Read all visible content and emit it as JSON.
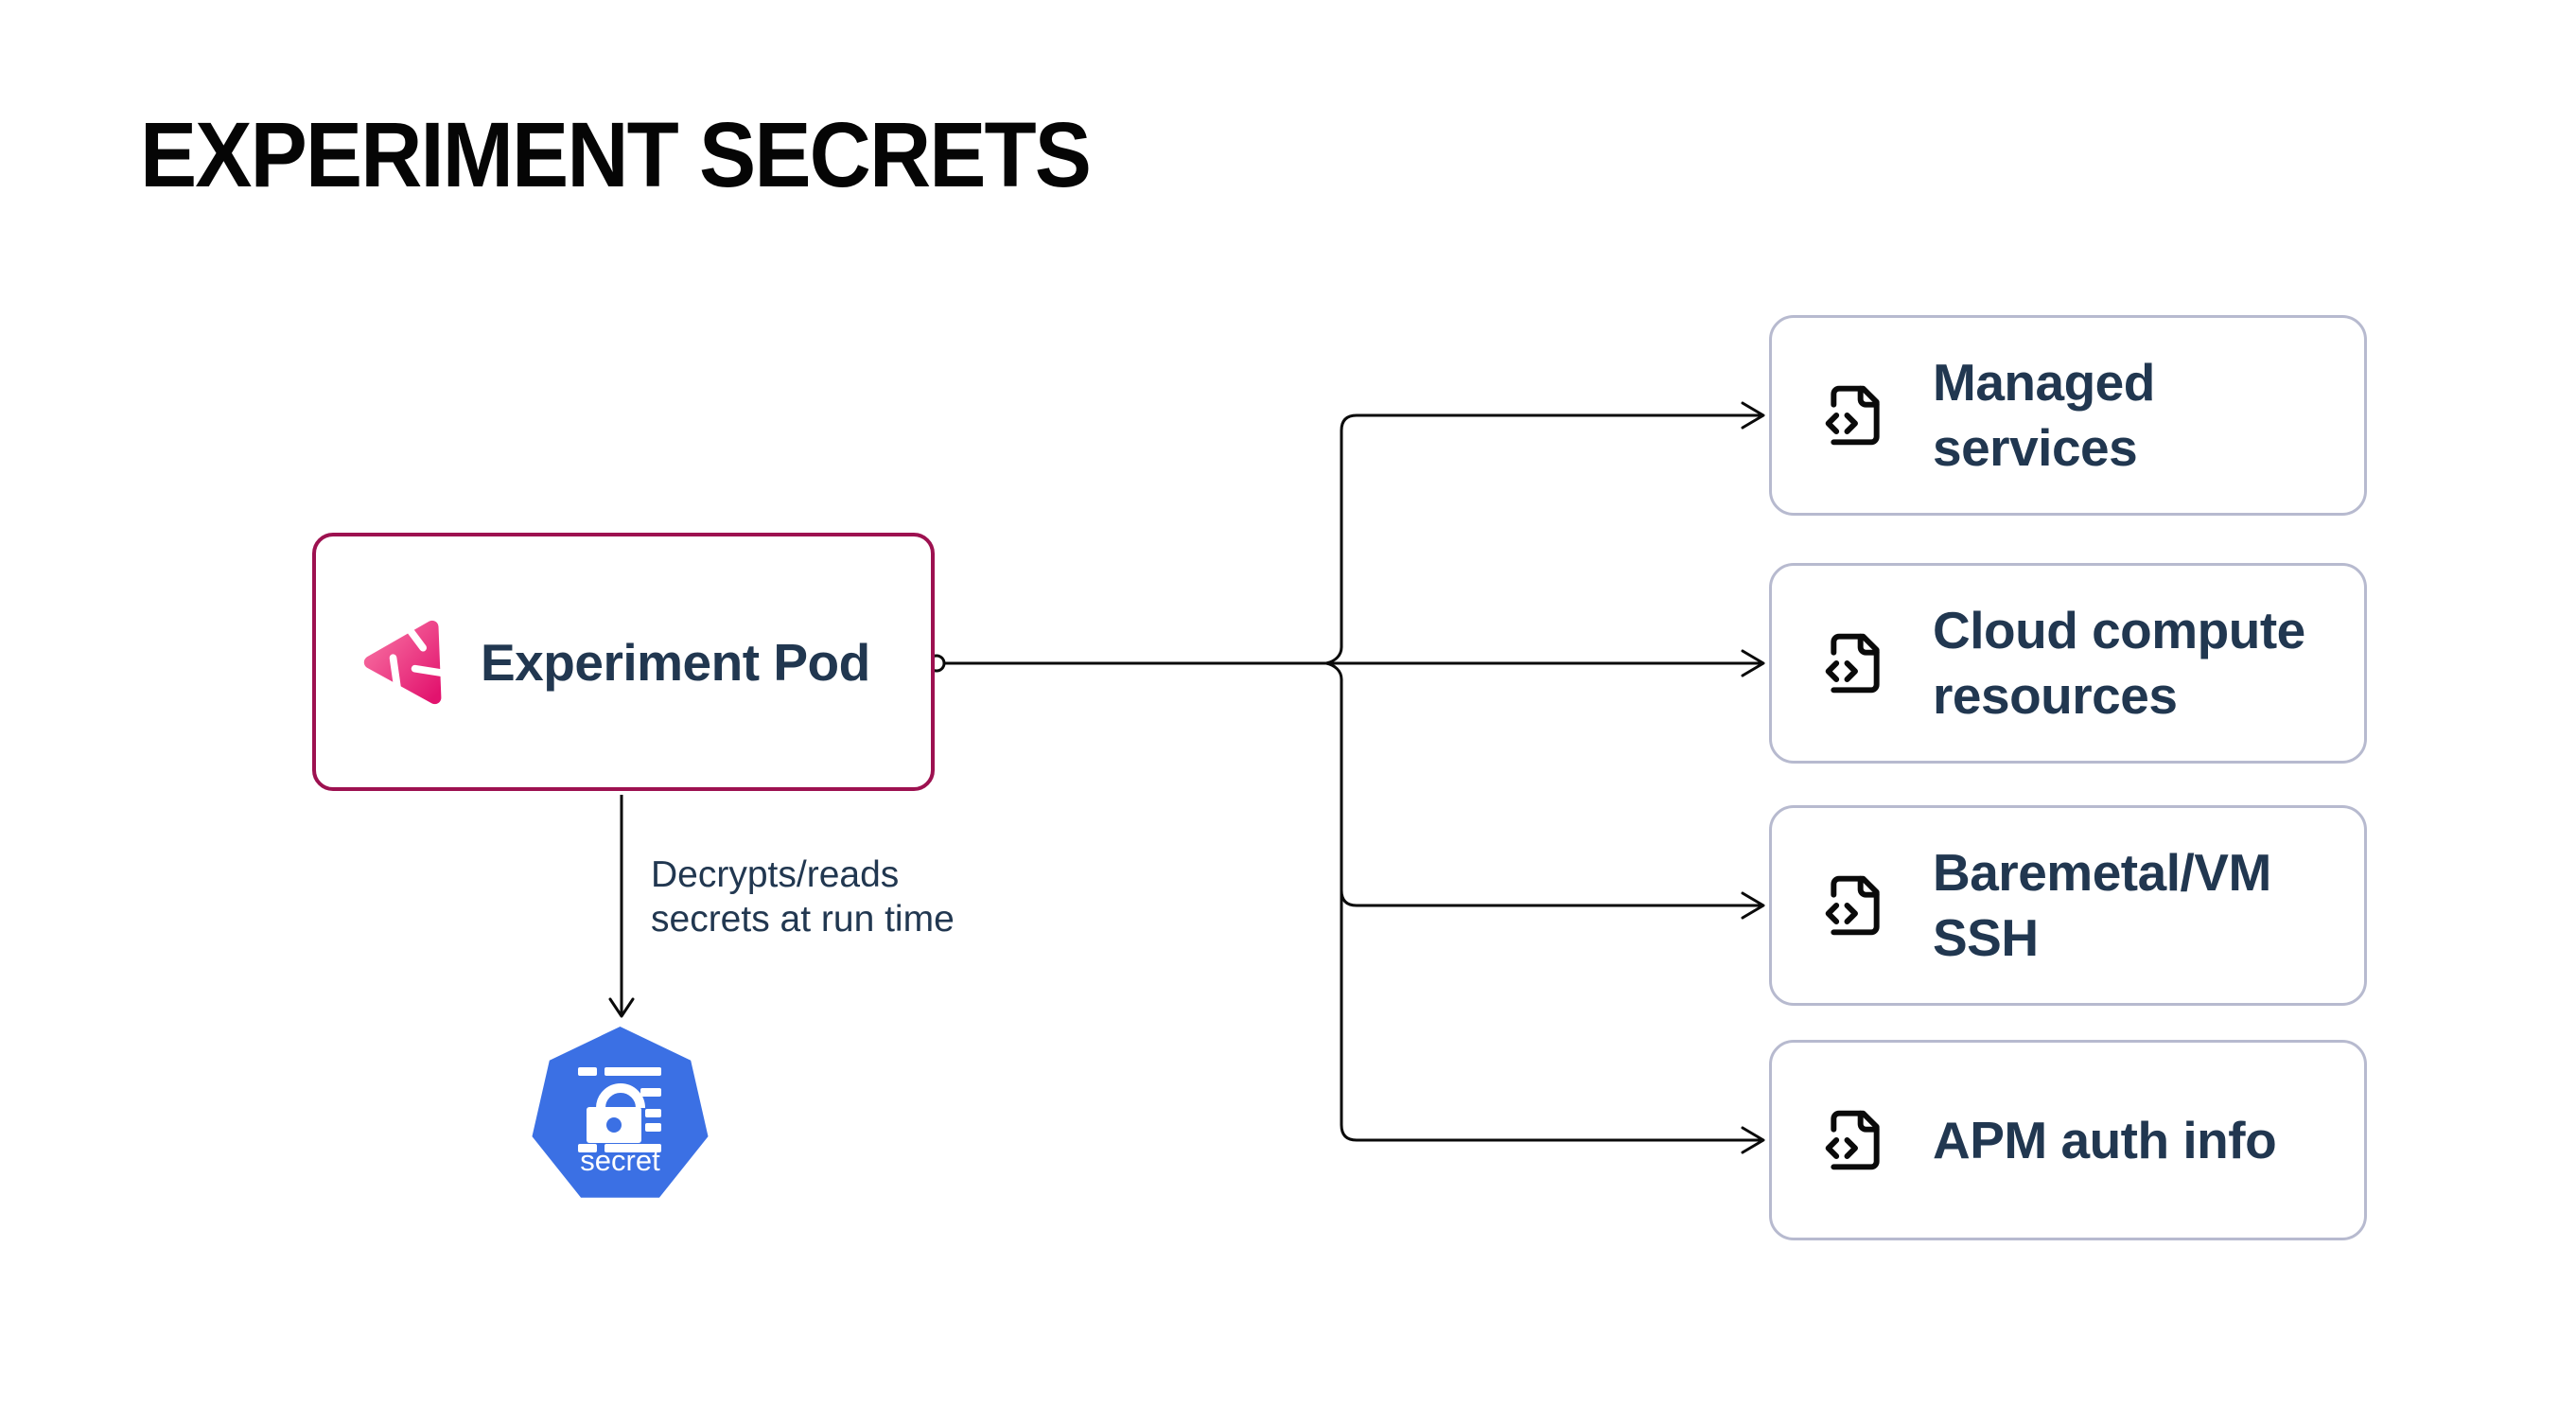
{
  "title": "EXPERIMENT SECRETS",
  "pod": {
    "label": "Experiment Pod",
    "icon": "litmus-chaos-icon"
  },
  "annotation": {
    "text": "Decrypts/reads\nsecrets at run time"
  },
  "secret": {
    "label": "secret",
    "icon": "kubernetes-secret-lock-icon"
  },
  "targets": [
    {
      "label": "Managed services",
      "icon": "file-code-icon"
    },
    {
      "label": "Cloud compute resources",
      "icon": "file-code-icon"
    },
    {
      "label": "Baremetal/VM SSH",
      "icon": "file-code-icon"
    },
    {
      "label": "APM auth info",
      "icon": "file-code-icon"
    }
  ],
  "colors": {
    "background": "#ffffff",
    "title_text": "#050505",
    "node_text": "#213750",
    "pod_border": "#9d1150",
    "pod_icon_gradient_start": "#f873a3",
    "pod_icon_gradient_end": "#e2136e",
    "target_border": "#b7bacf",
    "kubernetes_blue": "#3b70e4",
    "connector_line": "#0a0a0a"
  }
}
